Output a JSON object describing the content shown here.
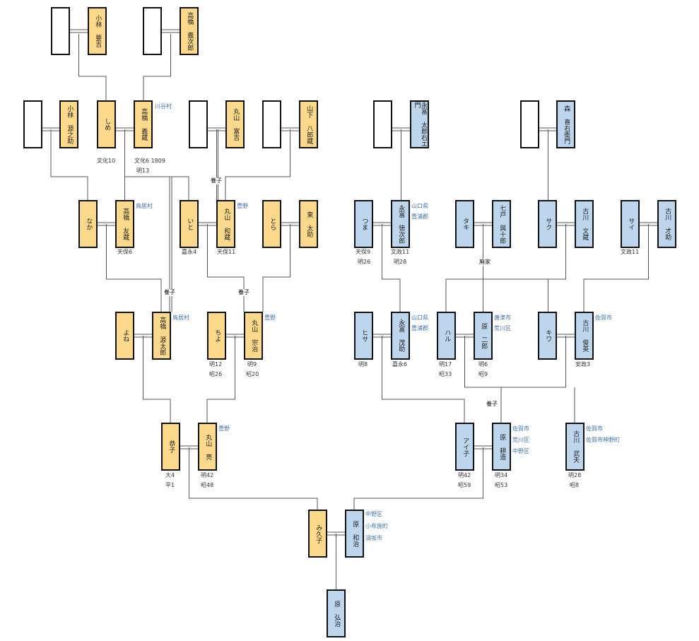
{
  "people": {
    "kobayashi_yokichi": {
      "name": "小林 要吉"
    },
    "takahashi_gijiro": {
      "name": "高橋 義次郎"
    },
    "kobayashi_genosuke": {
      "name": "小林 源之助"
    },
    "shime": {
      "name": "しめ",
      "dates": "文化10"
    },
    "takahashi_gizo": {
      "name": "高橋 義蔵",
      "place": "川谷村",
      "dates1": "文化6 1809",
      "dates2": "明13"
    },
    "maruyama_tomikichi": {
      "name": "丸山 富吉"
    },
    "yamashita_hachirozo": {
      "name": "山下 八郎蔵"
    },
    "naka": {
      "name": "なか"
    },
    "takahashi_tomozo": {
      "name": "高橋 友蔵",
      "place": "鳥居村",
      "dates": "天保6"
    },
    "ito": {
      "name": "いと",
      "dates": "嘉永4"
    },
    "maruyama_wazo": {
      "name": "丸山 和蔵",
      "place": "豊野",
      "dates": "天保11"
    },
    "tora": {
      "name": "とら"
    },
    "higashi_tasuke": {
      "name": "東 太助"
    },
    "yone": {
      "name": "よね"
    },
    "takahashi_gentaro": {
      "name": "高橋 源太郎",
      "place": "鳥居村"
    },
    "chiyo": {
      "name": "ちよ",
      "dates1": "明12",
      "dates2": "昭26"
    },
    "maruyama_munekiyo": {
      "name": "丸山 宗治",
      "place": "豊野",
      "dates1": "明9",
      "dates2": "昭20"
    },
    "kyoko": {
      "name": "恭子",
      "dates1": "大4",
      "dates2": "平1"
    },
    "maruyama_ko": {
      "name": "丸山 亮",
      "place": "豊野",
      "dates1": "明42",
      "dates2": "昭48"
    },
    "nagatomi_tarouemon": {
      "name": "永冨 太郎右エ門"
    },
    "mori_kiemon": {
      "name": "森 喜右衛門"
    },
    "tsuma": {
      "name": "つま",
      "dates1": "天保9",
      "dates2": "明26"
    },
    "nagatomi_tokujiro": {
      "name": "永冨 徳次郎",
      "place1": "山口県",
      "place2": "豊浦郡",
      "dates1": "文政11",
      "dates2": "明28"
    },
    "taki": {
      "name": "タキ"
    },
    "shichinohe_yojuro": {
      "name": "七戸 與十郎"
    },
    "saku": {
      "name": "サク"
    },
    "furukawa_bunzo": {
      "name": "古川 文蔵"
    },
    "sai": {
      "name": "サイ",
      "dates": "文政11"
    },
    "furukawa_osuke": {
      "name": "古川 才助"
    },
    "hisa": {
      "name": "ヒサ",
      "dates": "明8"
    },
    "nagatomi_shigesuke": {
      "name": "永冨 茂助",
      "place1": "山口県",
      "place2": "豊浦郡",
      "dates": "嘉永6"
    },
    "haru": {
      "name": "ハル",
      "dates1": "明17",
      "dates2": "昭33"
    },
    "hara_jiro": {
      "name": "原 二郎",
      "place1": "唐津市",
      "place2": "荒川区",
      "dates1": "明6",
      "dates2": "昭9"
    },
    "kiwa": {
      "name": "キワ"
    },
    "furukawa_toshihide": {
      "name": "古川 俊英",
      "place": "佐賀市",
      "dates": "安政3"
    },
    "aiko": {
      "name": "アイ子",
      "dates1": "明42",
      "dates2": "昭59"
    },
    "hara_kozo": {
      "name": "原 耕造",
      "place1": "佐賀市",
      "place2": "荒川区",
      "place3": "中野区",
      "dates1": "明34",
      "dates2": "昭53"
    },
    "furukawa_takeo": {
      "name": "古川 武夫",
      "place1": "佐賀市",
      "place2": "佐賀市神野町",
      "dates1": "明28",
      "dates2": "昭8"
    },
    "minako": {
      "name": "み久子"
    },
    "hara_kazuharu": {
      "name": "原 和治",
      "place1": "中野区",
      "place2": "小布施町",
      "place3": "須坂市"
    },
    "hara_hiroharu": {
      "name": "原 弘治"
    }
  },
  "annotations": {
    "adopted": "養子",
    "haike": "廃家"
  },
  "colors": {
    "takahashi_side": "#fdd98b",
    "hara_side": "#bdd6ee",
    "unknown": "#ffffff",
    "place_text": "#3d72a8"
  }
}
